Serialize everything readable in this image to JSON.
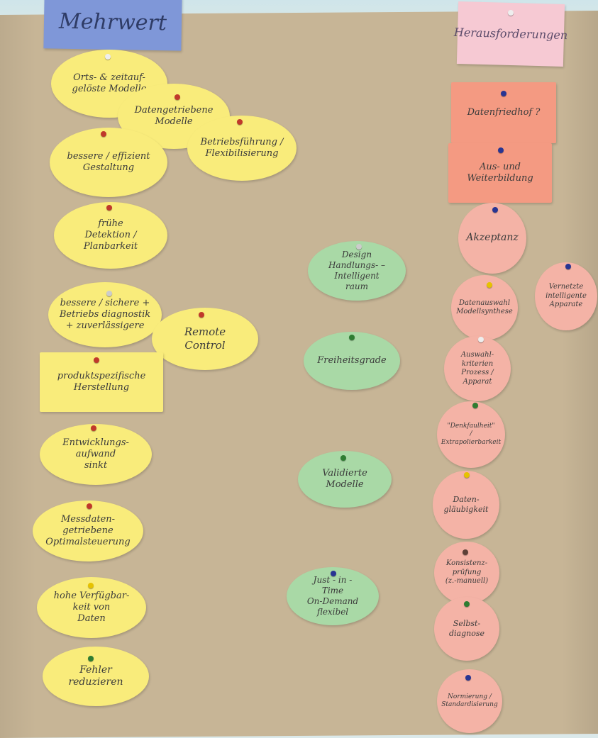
{
  "colors": {
    "yellow_card": "#f9ec7b",
    "green_card": "#a9d9a6",
    "pink_card": "#f4b3a6",
    "salmon_card": "#f49a82",
    "blue_header": "#7f97d8",
    "pink_header": "#f6c9d3",
    "board": "#c7b596"
  },
  "headers": {
    "left": "Mehrwert",
    "right": "Herausforderungen"
  },
  "left_cards": [
    "Orts- & zeitauf-\ngelöste Modelle",
    "Datengetriebene\nModelle",
    "Betriebsführung /\nFlexibilisierung",
    "bessere / effizient\nGestaltung",
    "frühe\nDetektion /\nPlanbarkeit",
    "bessere / sichere +\nBetriebs diagnostik\n+ zuverlässigere",
    "Remote\nControl",
    "produktspezifische\nHerstellung",
    "Entwicklungs-\naufwand\nsinkt",
    "Messdaten-\ngetriebene\nOptimalsteuerung",
    "hohe Verfügbar-\nkeit von\nDaten",
    "Fehler\nreduzieren"
  ],
  "middle_cards": [
    "Design\nHandlungs-  – Intelligent\nraum",
    "Freiheitsgrade",
    "Validierte\nModelle",
    "Just - in -\nTime\nOn-Demand\nflexibel"
  ],
  "right_cards": [
    "Datenfriedhof ?",
    "Aus- und\nWeiterbildung",
    "Akzeptanz",
    "Vernetzte\nintelligente\nApparate",
    "Datenauswahl\nModellsynthese",
    "Auswahl-\nkriterien\nProzess /\nApparat",
    "\"Denkfaulheit\"\n/\nExtrapolierbarkeit",
    "Daten-\ngläubigkeit",
    "Konsistenz-\nprüfung\n(z.-manuell)",
    "Selbst-\ndiagnose",
    "Normierung /\nStandardisierung"
  ]
}
